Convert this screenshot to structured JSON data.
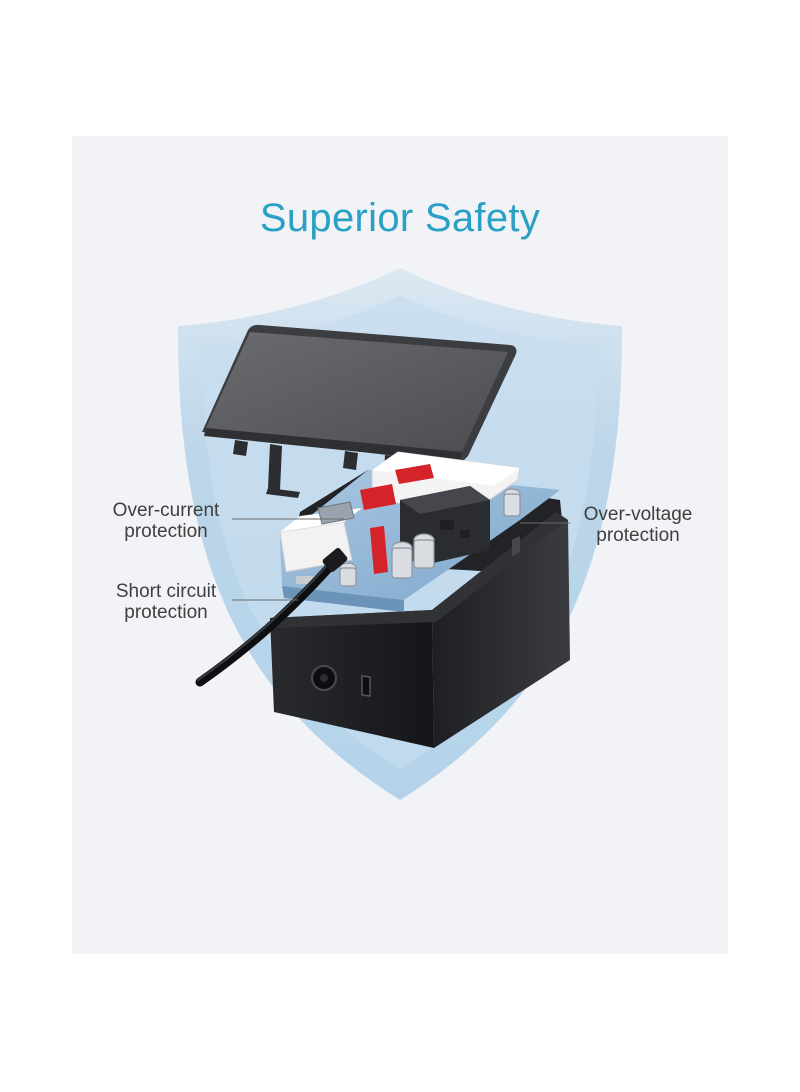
{
  "title": "Superior Safety",
  "labels": {
    "over_current": [
      "Over-current",
      "protection"
    ],
    "short_circuit": [
      "Short circuit",
      "protection"
    ],
    "over_voltage": [
      "Over-voltage",
      "protection"
    ]
  },
  "colors": {
    "title": "#2aa0c4",
    "panel_background": "#f1f3f6",
    "shield": "#b8d6ea",
    "case": "#1b1c1f",
    "circuit_board": "#8db4d6",
    "label_text": "#3f3f3f"
  },
  "icons": [
    "shield-icon",
    "charger-case-icon",
    "circuit-board-icon",
    "cable-icon"
  ]
}
